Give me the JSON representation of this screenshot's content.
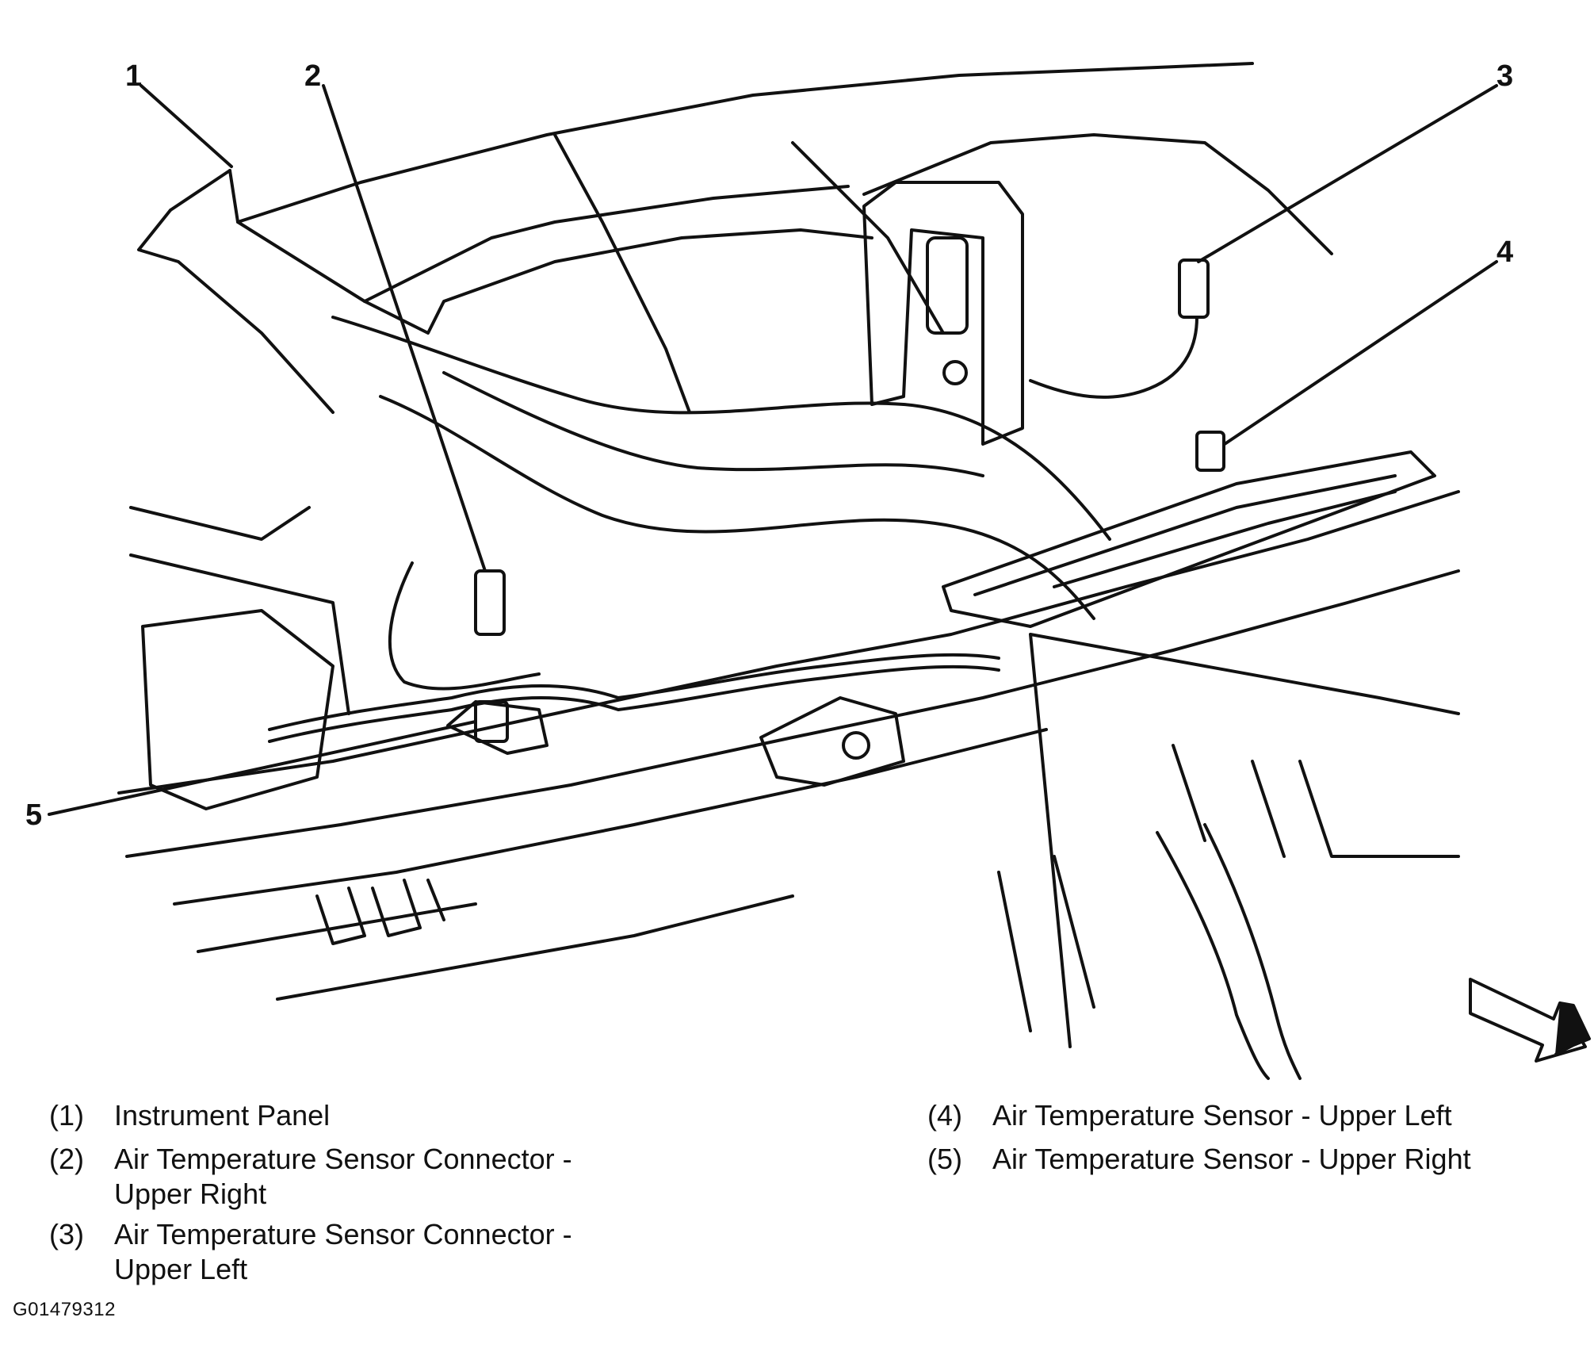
{
  "callouts": [
    {
      "number": "1"
    },
    {
      "number": "2"
    },
    {
      "number": "3"
    },
    {
      "number": "4"
    },
    {
      "number": "5"
    }
  ],
  "legend": [
    {
      "number": "(1)",
      "label": "Instrument Panel"
    },
    {
      "number": "(2)",
      "label": "Air Temperature Sensor Connector -\nUpper Right"
    },
    {
      "number": "(3)",
      "label": "Air Temperature Sensor Connector -\nUpper Left"
    },
    {
      "number": "(4)",
      "label": "Air Temperature Sensor - Upper Left"
    },
    {
      "number": "(5)",
      "label": "Air Temperature Sensor - Upper Right"
    }
  ],
  "figure_id": "G01479312"
}
